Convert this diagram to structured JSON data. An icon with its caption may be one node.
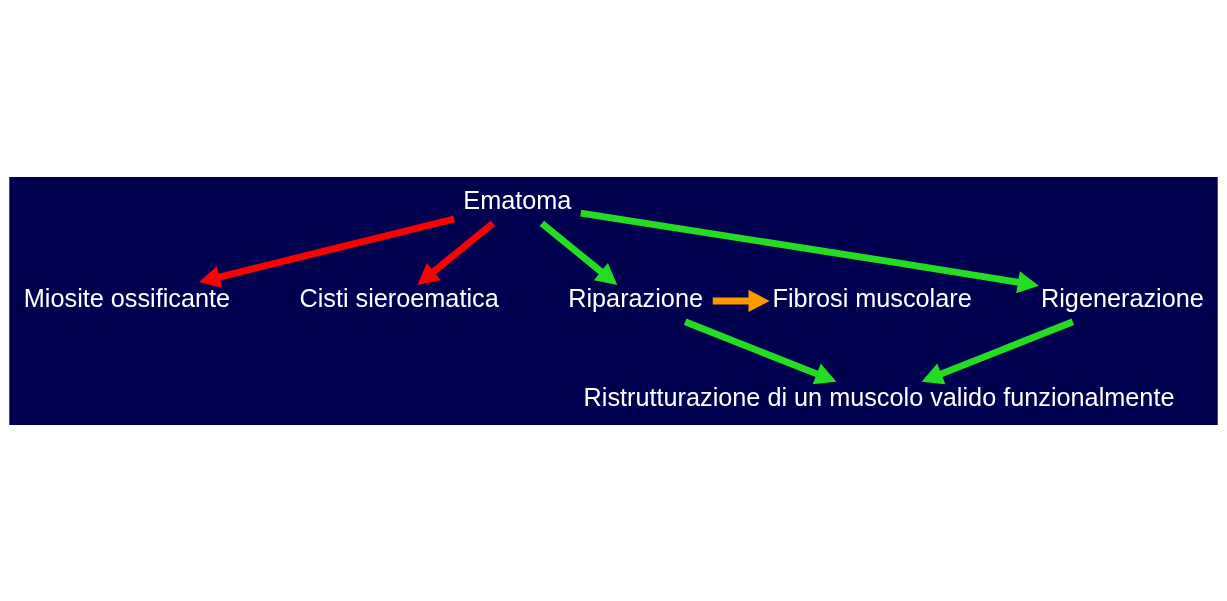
{
  "diagram": {
    "nodes": [
      {
        "text": [
          "Ematoma"
        ]
      },
      {
        "text": [
          "Miosite ossificante"
        ]
      },
      {
        "text": [
          "Cisti sieroematica"
        ]
      },
      {
        "text": [
          "Riparazione"
        ]
      },
      {
        "text": [
          "Rigenerazione"
        ]
      },
      {
        "text": [
          "Fibrosi muscolare"
        ]
      },
      {
        "text": [
          "Ristrutturazione di un muscolo valido funzionalmente"
        ]
      }
    ],
    "edges": [
      {
        "from": 0,
        "to": 1,
        "arrow": "to",
        "color": "#ff0000"
      },
      {
        "from": 0,
        "to": 2,
        "arrow": "to",
        "color": "#ff0000"
      },
      {
        "from": 0,
        "to": 3,
        "arrow": "to"
      },
      {
        "from": 0,
        "to": 4,
        "arrow": "to"
      },
      {
        "from": 3,
        "to": 5,
        "arrow": "to",
        "color": "#ff9900"
      },
      {
        "from": 3,
        "to": 6,
        "arrow": "to"
      },
      {
        "from": 4,
        "to": 6,
        "arrow": "to"
      }
    ]
  }
}
